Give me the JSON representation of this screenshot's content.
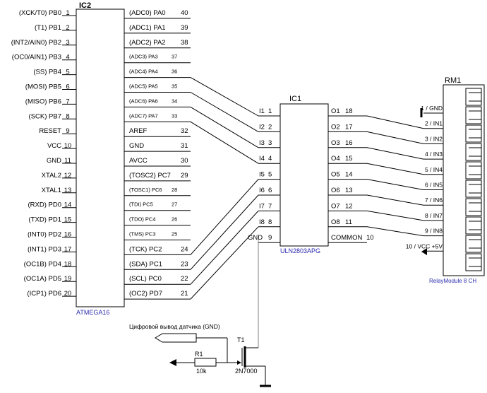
{
  "ic2": {
    "title": "IC2",
    "part": "ATMEGA16",
    "left_pins": [
      {
        "name": "(XCK/T0)  PB0",
        "num": "1"
      },
      {
        "name": "(T1)  PB1",
        "num": "2"
      },
      {
        "name": "(INT2/AIN0)  PB2",
        "num": "3"
      },
      {
        "name": "(OC0/AIN1)  PB3",
        "num": "4"
      },
      {
        "name": "(SS)  PB4",
        "num": "5"
      },
      {
        "name": "(MOSI)  PB5",
        "num": "6"
      },
      {
        "name": "(MISO)  PB6",
        "num": "7"
      },
      {
        "name": "(SCK)  PB7",
        "num": "8"
      },
      {
        "name": "RESET",
        "num": "9"
      },
      {
        "name": "VCC",
        "num": "10"
      },
      {
        "name": "GND",
        "num": "11"
      },
      {
        "name": "XTAL2",
        "num": "12"
      },
      {
        "name": "XTAL1",
        "num": "13"
      },
      {
        "name": "(RXD)  PD0",
        "num": "14"
      },
      {
        "name": "(TXD)  PD1",
        "num": "15"
      },
      {
        "name": "(INT0)  PD2",
        "num": "16"
      },
      {
        "name": "(INT1)  PD3",
        "num": "17"
      },
      {
        "name": "(OC1B)  PD4",
        "num": "18"
      },
      {
        "name": "(OC1A)  PD5",
        "num": "19"
      },
      {
        "name": "(ICP1)  PD6",
        "num": "20"
      }
    ],
    "right_pins": [
      {
        "name": "(ADC0)  PA0",
        "num": "40"
      },
      {
        "name": "(ADC1)  PA1",
        "num": "39"
      },
      {
        "name": "(ADC2)  PA2",
        "num": "38"
      },
      {
        "name": "(ADC3)  PA3",
        "num": "37"
      },
      {
        "name": "(ADC4)  PA4",
        "num": "36"
      },
      {
        "name": "(ADC5)  PA5",
        "num": "35"
      },
      {
        "name": "(ADC6)  PA6",
        "num": "34"
      },
      {
        "name": "(ADC7)  PA7",
        "num": "33"
      },
      {
        "name": "AREF",
        "num": "32"
      },
      {
        "name": "GND",
        "num": "31"
      },
      {
        "name": "AVCC",
        "num": "30"
      },
      {
        "name": "(TOSC2)  PC7",
        "num": "29"
      },
      {
        "name": "(TOSC1)  PC6",
        "num": "28"
      },
      {
        "name": "(TDI)  PC5",
        "num": "27"
      },
      {
        "name": "(TDO)  PC4",
        "num": "26"
      },
      {
        "name": "(TMS)  PC3",
        "num": "25"
      },
      {
        "name": "(TCK)  PC2",
        "num": "24"
      },
      {
        "name": "(SDA)  PC1",
        "num": "23"
      },
      {
        "name": "(SCL)  PC0",
        "num": "22"
      },
      {
        "name": "(OC2)  PD7",
        "num": "21"
      }
    ]
  },
  "ic1": {
    "title": "IC1",
    "part": "ULN2803APG",
    "left_pins": [
      {
        "name": "I1",
        "num": "1"
      },
      {
        "name": "I2",
        "num": "2"
      },
      {
        "name": "I3",
        "num": "3"
      },
      {
        "name": "I4",
        "num": "4"
      },
      {
        "name": "I5",
        "num": "5"
      },
      {
        "name": "I6",
        "num": "6"
      },
      {
        "name": "I7",
        "num": "7"
      },
      {
        "name": "I8",
        "num": "8"
      },
      {
        "name": "GND",
        "num": "9"
      }
    ],
    "right_pins": [
      {
        "name": "O1",
        "num": "18"
      },
      {
        "name": "O2",
        "num": "17"
      },
      {
        "name": "O3",
        "num": "16"
      },
      {
        "name": "O4",
        "num": "15"
      },
      {
        "name": "O5",
        "num": "14"
      },
      {
        "name": "O6",
        "num": "13"
      },
      {
        "name": "O7",
        "num": "12"
      },
      {
        "name": "O8",
        "num": "11"
      },
      {
        "name": "COMMON",
        "num": "10"
      }
    ]
  },
  "rm1": {
    "title": "RM1",
    "part": "RelayModule 8 CH",
    "pins": [
      "1 / GND",
      "2 / IN1",
      "3 / IN2",
      "4 / IN3",
      "5 / IN4",
      "6 / IN5",
      "7 / IN6",
      "8 / IN7",
      "9 / IN8",
      "10 / VCC +5V"
    ]
  },
  "sensor_label": "Цифровой вывод датчика (GND)",
  "r1": {
    "ref": "R1",
    "value": "10k"
  },
  "t1": {
    "ref": "T1",
    "part": "2N7000"
  },
  "colors": {
    "line": "#000000",
    "part_label": "#2a2ab0",
    "wire_gray": "#808080"
  }
}
